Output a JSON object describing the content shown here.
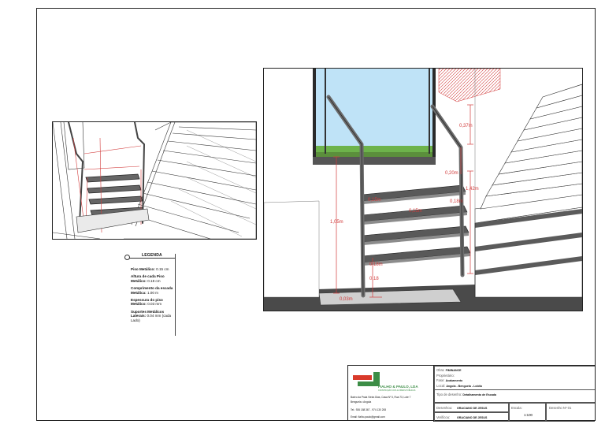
{
  "legend": {
    "title": "LEGENDA",
    "items": [
      {
        "label": "Piso Metálico:",
        "value": "0.15 cm"
      },
      {
        "label": "Altura de cada Piso Metálico:",
        "value": "0.18 cm"
      },
      {
        "label": "Comprimento da escada Metálica:",
        "value": "1.00 m"
      },
      {
        "label": "Espessura do piso Metálico:",
        "value": "0.03 mm"
      },
      {
        "label": "Suportes Metálicos Laterais:",
        "value": "0.04 mm (cada Lado)"
      }
    ]
  },
  "dimensions": {
    "d037": "0,37m",
    "d020": "0,20m",
    "d142": "1,42m",
    "d105": "1,05m",
    "d015a": "0,15m",
    "d015b": "0,15m",
    "d018a": "0,18m",
    "d018b": "0,18m",
    "d018c": "0,18",
    "d030": "0,03m"
  },
  "title_block": {
    "company": "FIALHO & PAULO, LDA",
    "company_sub": "CONSTRUÇÃO CIVIL E OBRAS PÚBLICAS",
    "address": "Bairro da Praia Vieira Dias, Casa Nº 5, Rua 73, Lote 7",
    "city": "Benguela • Angola",
    "phone": "Tel.: 926 188 367 - 974 130 208",
    "email": "Email: fialho.paulo@gmail.com",
    "obra_label": "Obra:",
    "obra_value": "FIMINANCE",
    "proprietario_label": "Proprietário:",
    "fase_label": "Fase:",
    "fase_value": "Acabamento",
    "local_label": "Local:",
    "local_value": "Angola - Benguela - Lobito",
    "tipo_label": "Tipo de desenho:",
    "tipo_value": "Detalhamento de Escada",
    "desenho_label": "Desenhou:",
    "desenho_value": "GRACIANO DE JESUS",
    "verif_label": "Verificou:",
    "verif_value": "GRACIANO DE JESUS",
    "escala_label": "Escala:",
    "escala_value": "1:100",
    "desenho_n_label": "Desenho Nº",
    "desenho_n_value": "01"
  },
  "colors": {
    "dimension": "#d23b3b",
    "logo_red": "#d93a2b",
    "logo_green": "#3c8d46"
  }
}
